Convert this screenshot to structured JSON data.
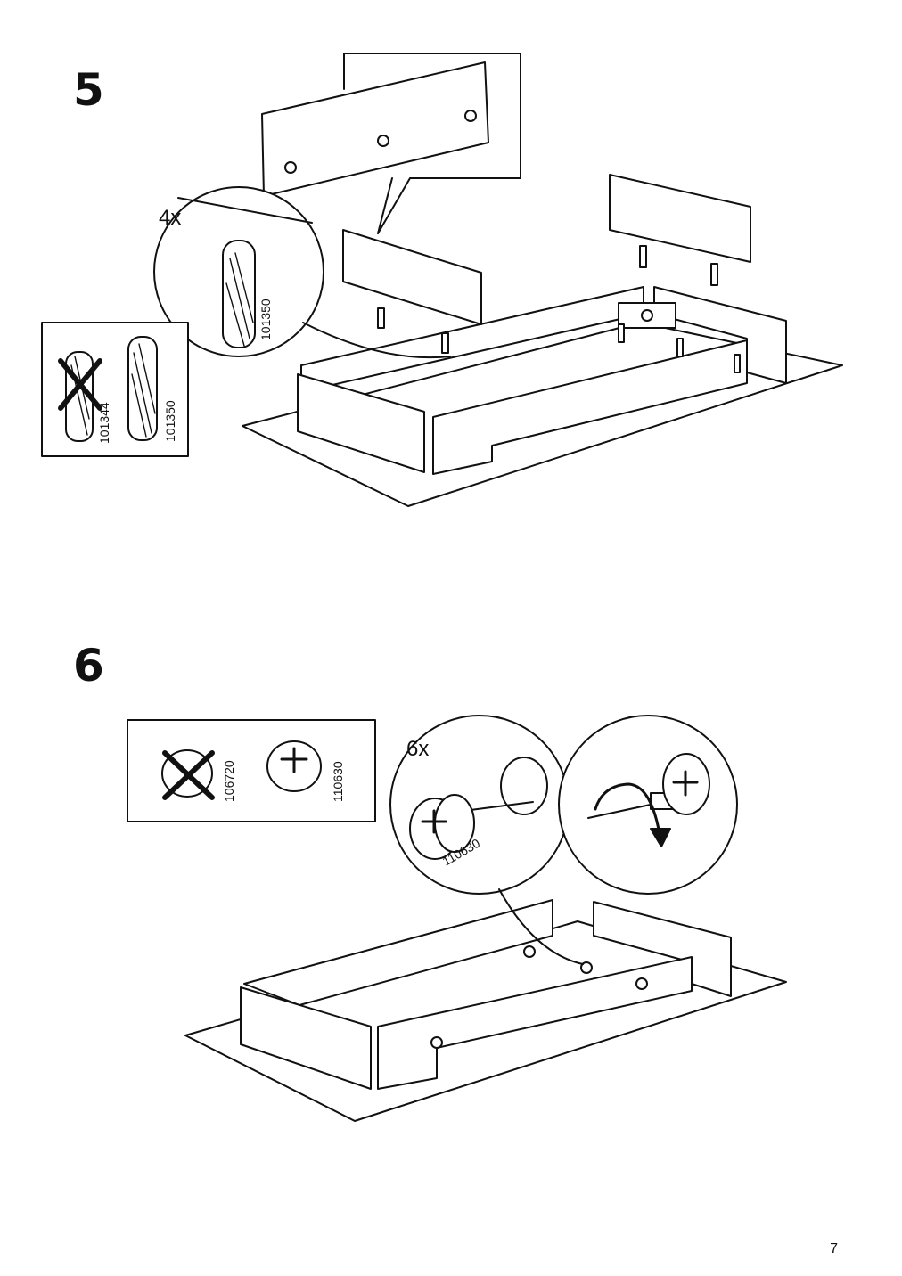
{
  "page": {
    "number": "7"
  },
  "step5": {
    "number": "5",
    "quantity": "4x",
    "dowel_part": "101350",
    "parts_box": {
      "wrong_part": "101344",
      "correct_part": "101350"
    }
  },
  "step6": {
    "number": "6",
    "quantity": "6x",
    "cam_part": "110630",
    "parts_box": {
      "wrong_part": "106720",
      "correct_part": "110630"
    }
  }
}
